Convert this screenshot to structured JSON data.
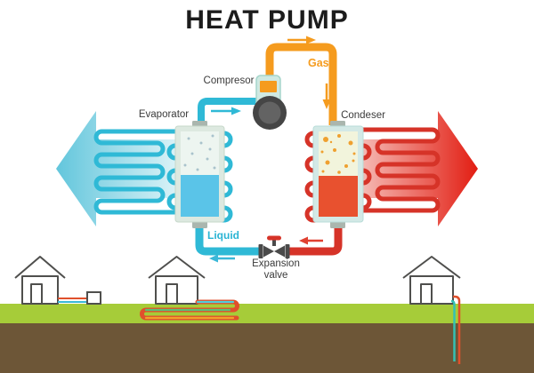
{
  "title": "HEAT PUMP",
  "labels": {
    "compressor": "Compresor",
    "gas": "Gas",
    "evaporator": "Evaporator",
    "condenser": "Condeser",
    "liquid": "Liquid",
    "expansion_valve": "Expansion valve"
  },
  "colors": {
    "cold_pipe": "#2fb9d6",
    "hot_pipe": "#d63328",
    "gas_pipe": "#f59b1e",
    "cold_arrow": "#62c6dc",
    "hot_arrow": "#e21d12",
    "evaporator_liquid": "#5ac4e8",
    "condenser_liquid": "#e8512f",
    "grass": "#a6cc39",
    "soil": "#6d5637",
    "title_text": "#1c1c1c",
    "label_text": "#3b3b3b"
  }
}
